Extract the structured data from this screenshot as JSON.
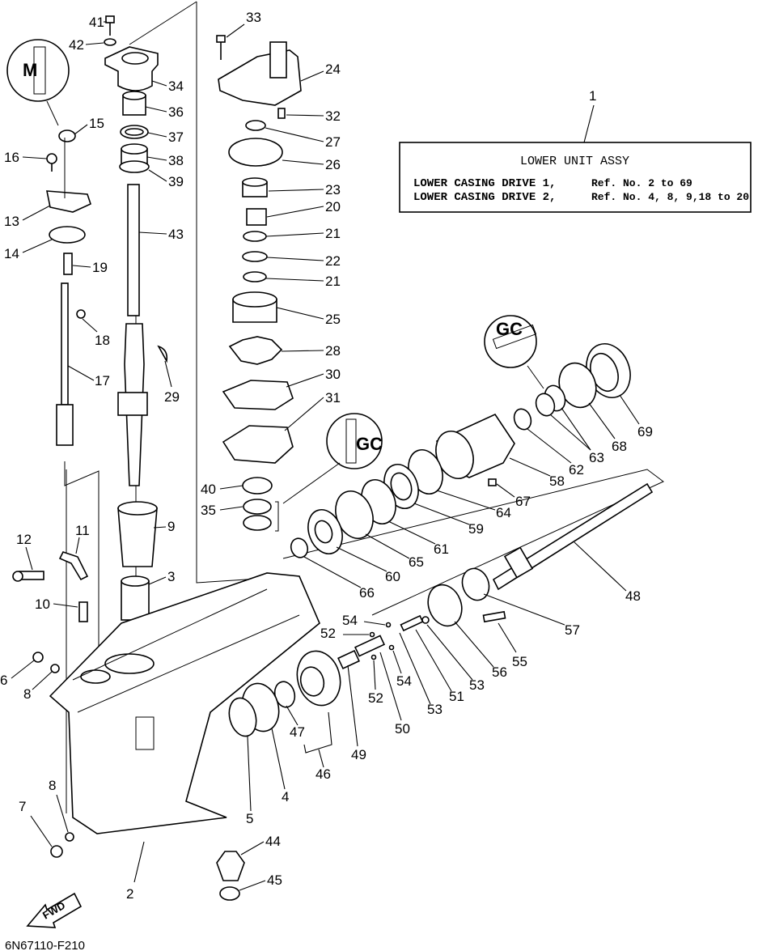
{
  "info_box": {
    "callout": "1",
    "title": "LOWER UNIT ASSY",
    "rows": [
      {
        "label": "LOWER CASING DRIVE 1,",
        "ref": "Ref. No. 2 to 69"
      },
      {
        "label": "LOWER CASING DRIVE 2,",
        "ref": "Ref. No. 4, 8, 9,18 to 20"
      }
    ]
  },
  "diagram_code": "6N67110-F210",
  "fwd_label": "FWD",
  "lubricant_marks": {
    "m": "M",
    "gc_upper": "GC",
    "gc_lower": "GC"
  },
  "callouts": {
    "c41": "41",
    "c42": "42",
    "c34": "34",
    "c36": "36",
    "c37": "37",
    "c38": "38",
    "c39": "39",
    "c43": "43",
    "c15": "15",
    "c16": "16",
    "c13": "13",
    "c14": "14",
    "c19": "19",
    "c18": "18",
    "c17": "17",
    "c29": "29",
    "c9": "9",
    "c3": "3",
    "c11": "11",
    "c12": "12",
    "c10": "10",
    "c6": "6",
    "c8a": "8",
    "c8b": "8",
    "c7": "7",
    "c2": "2",
    "c33": "33",
    "c24": "24",
    "c32": "32",
    "c27": "27",
    "c26": "26",
    "c23": "23",
    "c20": "20",
    "c21a": "21",
    "c22": "22",
    "c21b": "21",
    "c25": "25",
    "c28": "28",
    "c30": "30",
    "c31": "31",
    "c40": "40",
    "c35": "35",
    "c69": "69",
    "c68": "68",
    "c63": "63",
    "c62": "62",
    "c58": "58",
    "c67": "67",
    "c64": "64",
    "c59": "59",
    "c61": "61",
    "c65": "65",
    "c60": "60",
    "c66": "66",
    "c48": "48",
    "c57": "57",
    "c55": "55",
    "c56": "56",
    "c53a": "53",
    "c51": "51",
    "c53b": "53",
    "c54a": "54",
    "c52a": "52",
    "c54b": "54",
    "c52b": "52",
    "c50": "50",
    "c49": "49",
    "c47": "47",
    "c46": "46",
    "c4": "4",
    "c5": "5",
    "c44": "44",
    "c45": "45"
  }
}
